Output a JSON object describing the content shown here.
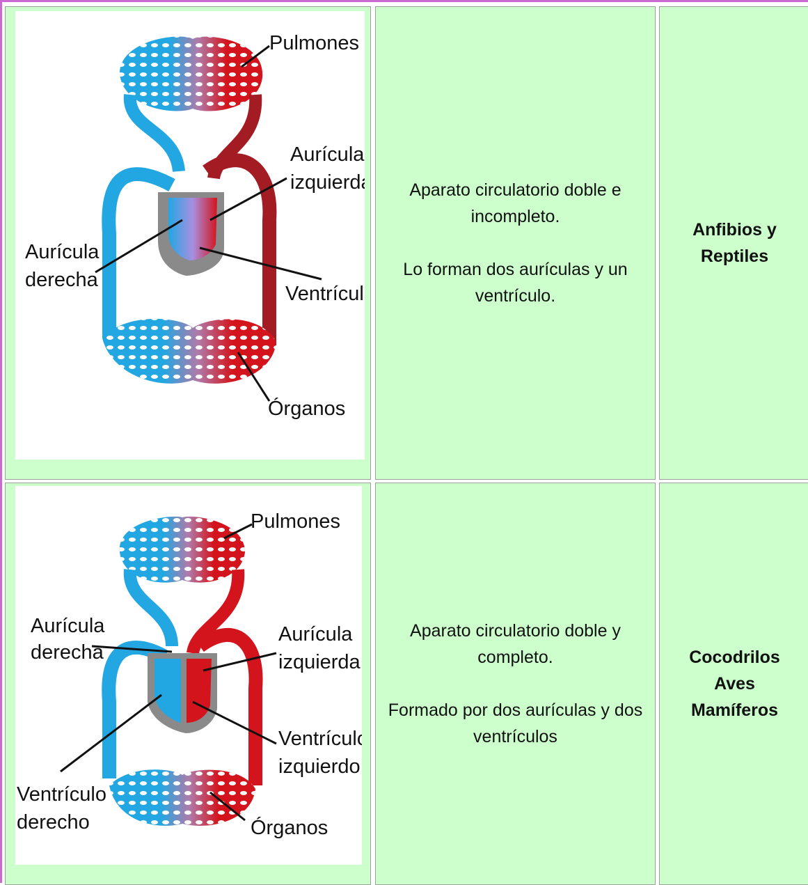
{
  "rows": [
    {
      "diagram": {
        "labels": {
          "pulmones": "Pulmones",
          "auricula_izquierda_1": "Aurícula",
          "auricula_izquierda_2": "izquierda",
          "auricula_derecha_1": "Aurícula",
          "auricula_derecha_2": "derecha",
          "ventriculo": "Ventrículo",
          "organos": "Órganos"
        }
      },
      "description": {
        "line1": "Aparato circulatorio doble e incompleto.",
        "line2": "Lo forman dos aurículas y un ventrículo."
      },
      "group": "Anfibios y Reptiles"
    },
    {
      "diagram": {
        "labels": {
          "pulmones": "Pulmones",
          "auricula_derecha_1": "Aurícula",
          "auricula_derecha_2": "derecha",
          "auricula_izquierda_1": "Aurícula",
          "auricula_izquierda_2": "izquierda",
          "ventriculo_izquierdo_1": "Ventrículo",
          "ventriculo_izquierdo_2": "izquierdo",
          "ventriculo_derecho_1": "Ventrículo",
          "ventriculo_derecho_2": "derecho",
          "organos": "Órganos"
        }
      },
      "description": {
        "line1": "Aparato circulatorio doble y completo.",
        "line2": "Formado por dos aurículas y dos ventrículos"
      },
      "groups": [
        "Cocodrilos",
        "Aves",
        "Mamíferos"
      ]
    }
  ],
  "colors": {
    "venous": "#22a7e3",
    "arterial": "#d4141c",
    "dark_arterial": "#a31c24",
    "cell_background": "#ccffcc",
    "border": "#c86ad0"
  }
}
